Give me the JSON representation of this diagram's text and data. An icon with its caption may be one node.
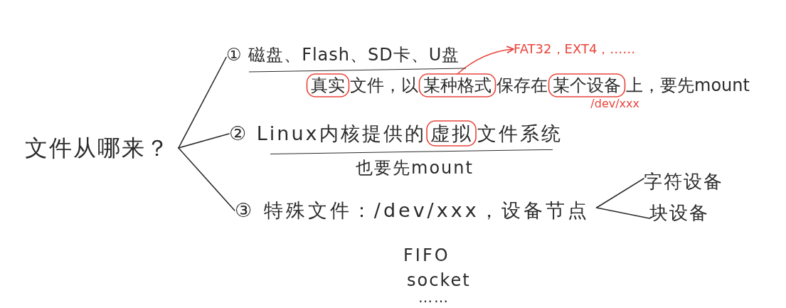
{
  "diagram": {
    "nodes": [
      {
        "text": [
          "文件从哪来？"
        ]
      },
      {
        "text": [
          "① 磁盘、Flash、SD卡、U盘"
        ]
      },
      {
        "text": [
          "FAT32，EXT4，……"
        ]
      },
      {
        "text": [
          "真实文件，以某种格式保存在某个设备上，要先mount"
        ]
      },
      {
        "text": [
          "② Linux内核提供的虚拟文件系统"
        ]
      },
      {
        "text": [
          "③ 特殊文件：/dev/xxx，设备节点"
        ]
      },
      {
        "text": [
          "字符设备"
        ]
      },
      {
        "text": [
          "块设备"
        ]
      }
    ],
    "edges": [
      {
        "from": 0,
        "to": 1,
        "arrow": "none"
      },
      {
        "from": 0,
        "to": 4,
        "arrow": "none"
      },
      {
        "from": 0,
        "to": 5,
        "arrow": "none"
      },
      {
        "from": 3,
        "to": 2,
        "arrow": "to",
        "color": "#e8453c"
      },
      {
        "from": 5,
        "to": 6,
        "arrow": "none"
      },
      {
        "from": 5,
        "to": 7,
        "arrow": "none"
      }
    ],
    "labels": [
      "/dev/xxx",
      "也要先mount",
      "FIFO",
      "socket",
      "……"
    ]
  }
}
